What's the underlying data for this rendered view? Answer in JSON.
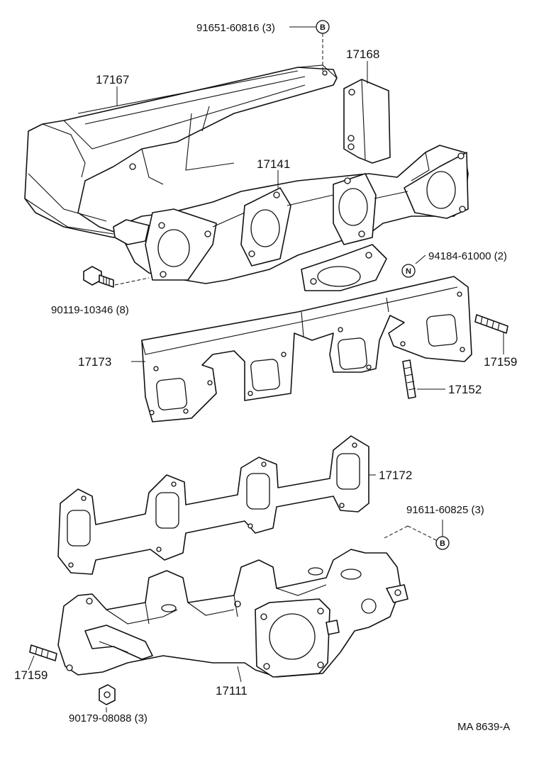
{
  "labels": {
    "p91651": "91651-60816 (3)",
    "p17168": "17168",
    "p17167": "17167",
    "p17141": "17141",
    "p94184": "94184-61000 (2)",
    "p90119": "90119-10346 (8)",
    "p17173": "17173",
    "p17159a": "17159",
    "p17152": "17152",
    "p17172": "17172",
    "p91611": "91611-60825 (3)",
    "p17159b": "17159",
    "p17111": "17111",
    "p90179": "90179-08088 (3)",
    "ref": "MA 8639-A"
  },
  "markers": {
    "b_top": "B",
    "n": "N",
    "b_right": "B"
  }
}
